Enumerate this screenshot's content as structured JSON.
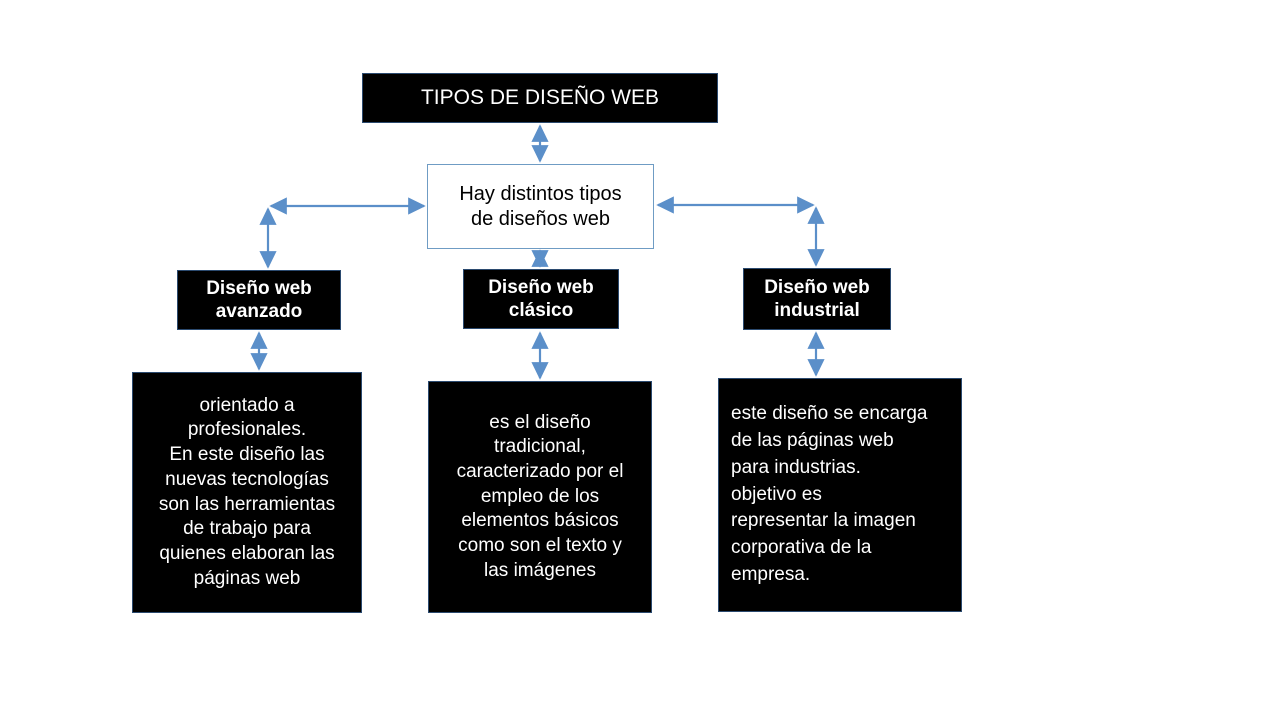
{
  "diagram": {
    "title": "TIPOS DE DISEÑO WEB",
    "root": "Hay distintos tipos\nde diseños web",
    "categories": [
      {
        "label": "Diseño web\navanzado"
      },
      {
        "label": "Diseño web\nclásico"
      },
      {
        "label": "Diseño web\nindustrial"
      }
    ],
    "descriptions": [
      {
        "text": "orientado a\nprofesionales.\nEn este diseño las\nnuevas tecnologías\nson las herramientas\nde trabajo para\nquienes elaboran las\npáginas web"
      },
      {
        "text": "es el diseño\ntradicional,\ncaracterizado por el\nempleo de los\nelementos básicos\ncomo son el texto y\nlas imágenes"
      },
      {
        "text": "este diseño se encarga\nde las páginas web\npara industrias.\nobjetivo es\nrepresentar la imagen\ncorporativa de la\nempresa."
      }
    ],
    "colors": {
      "node_fill_dark": "#000000",
      "node_text_dark": "#ffffff",
      "node_fill_light": "#ffffff",
      "node_text_light": "#000000",
      "node_border_light": "#6f9cc4",
      "connector": "#5b8fc9",
      "background": "#ffffff"
    }
  }
}
